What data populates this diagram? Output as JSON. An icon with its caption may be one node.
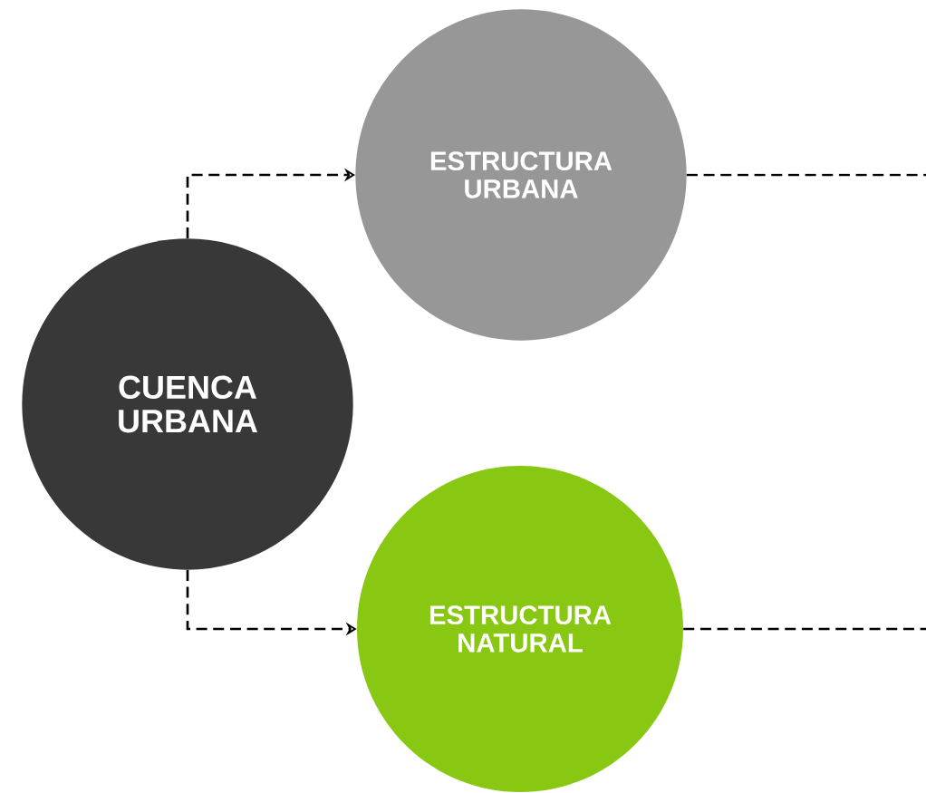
{
  "diagram": {
    "nodes": [
      {
        "text": [
          "CUENCA URBANA"
        ]
      },
      {
        "text": [
          "ESTRUCTURA URBANA"
        ]
      },
      {
        "text": [
          "ESTRUCTURA NATURAL"
        ]
      }
    ],
    "edges": [
      {
        "from": 0,
        "to": 1,
        "arrow": "to",
        "style": "dashed"
      },
      {
        "from": 0,
        "to": 2,
        "arrow": "to",
        "style": "dashed"
      },
      {
        "from": 1,
        "to": null,
        "arrow": "none",
        "style": "dashed"
      },
      {
        "from": 2,
        "to": null,
        "arrow": "none",
        "style": "dashed"
      }
    ]
  }
}
